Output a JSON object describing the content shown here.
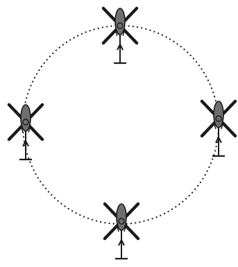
{
  "diagram": {
    "path_shape": "circle",
    "path_style": "dotted",
    "helicopter_count": 4,
    "helicopter_positions": [
      "top",
      "right",
      "bottom",
      "left"
    ],
    "colors": {
      "background": "#ffffff",
      "line": "#1a1a1a",
      "body_fill": "#6f6f6f",
      "path_dots": "#1a1a1a"
    },
    "icon": "helicopter-icon"
  }
}
